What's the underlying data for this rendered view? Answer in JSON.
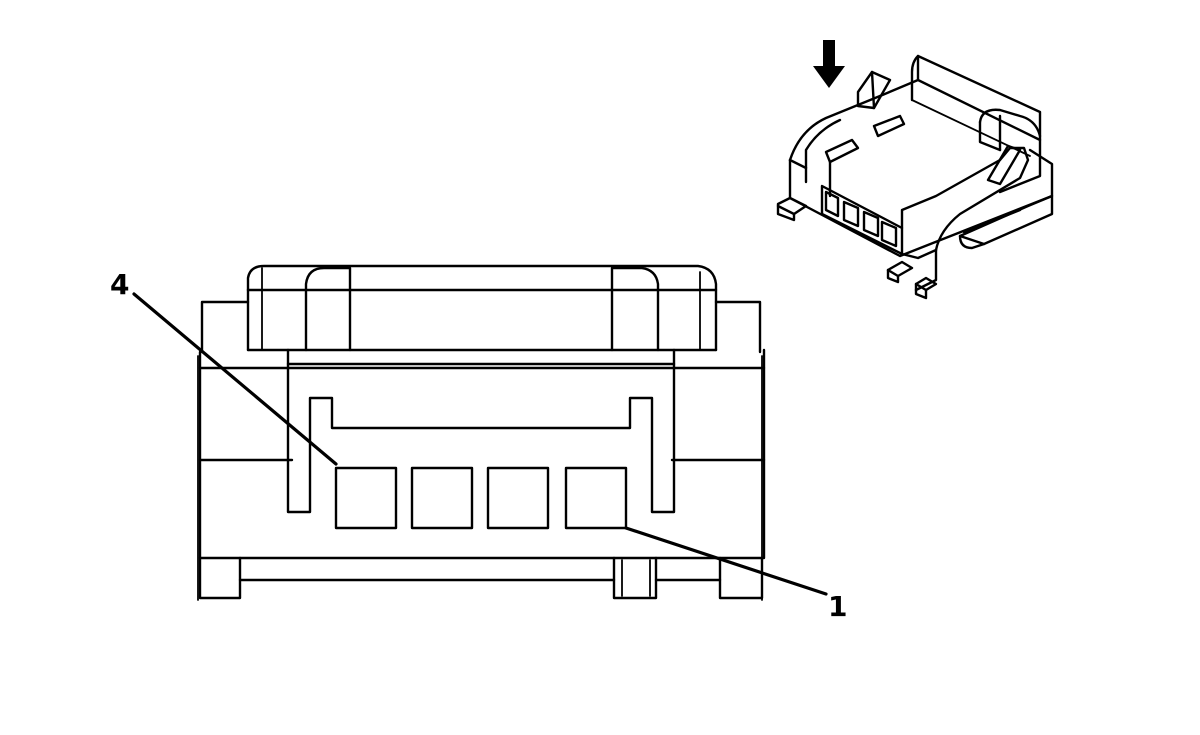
{
  "labels": {
    "pin_first": "1",
    "pin_last": "4"
  },
  "front_view": {
    "pin_count": 4
  },
  "iso_view": {
    "arrow_icon": "down-arrow-icon"
  }
}
